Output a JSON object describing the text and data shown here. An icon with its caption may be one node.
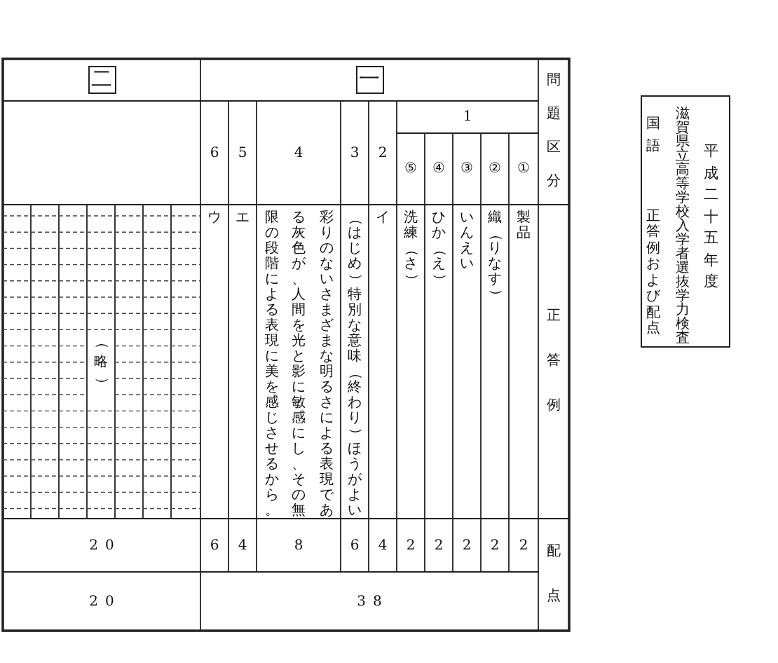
{
  "diagram": {
    "nodes": [
      {
        "text": [
          "平成二十五年度",
          "滋賀県立高等学校入学者選抜学力検査",
          "国語",
          "正答例および配点"
        ]
      }
    ],
    "labels": [
      "問題区分",
      "一",
      "二",
      "1",
      "①",
      "②",
      "③",
      "④",
      "⑤",
      "2",
      "3",
      "4",
      "5",
      "6",
      "正答例",
      "製品",
      "織（りなす）",
      "いんえい",
      "ひか（え）",
      "洗練（さ）",
      "イ",
      "（はじめ）特別な意味（終わり）ほうがよい",
      "彩りのないさまざまな明るさによる表現であ",
      "る灰色が、人間を光と影に敏感にし、その無",
      "限の段階による表現に美を感じさせるから。",
      "エ",
      "ウ",
      "（略）",
      "配点",
      "2",
      "2",
      "2",
      "2",
      "2",
      "4",
      "6",
      "8",
      "4",
      "6",
      "20",
      "38",
      "20"
    ]
  }
}
